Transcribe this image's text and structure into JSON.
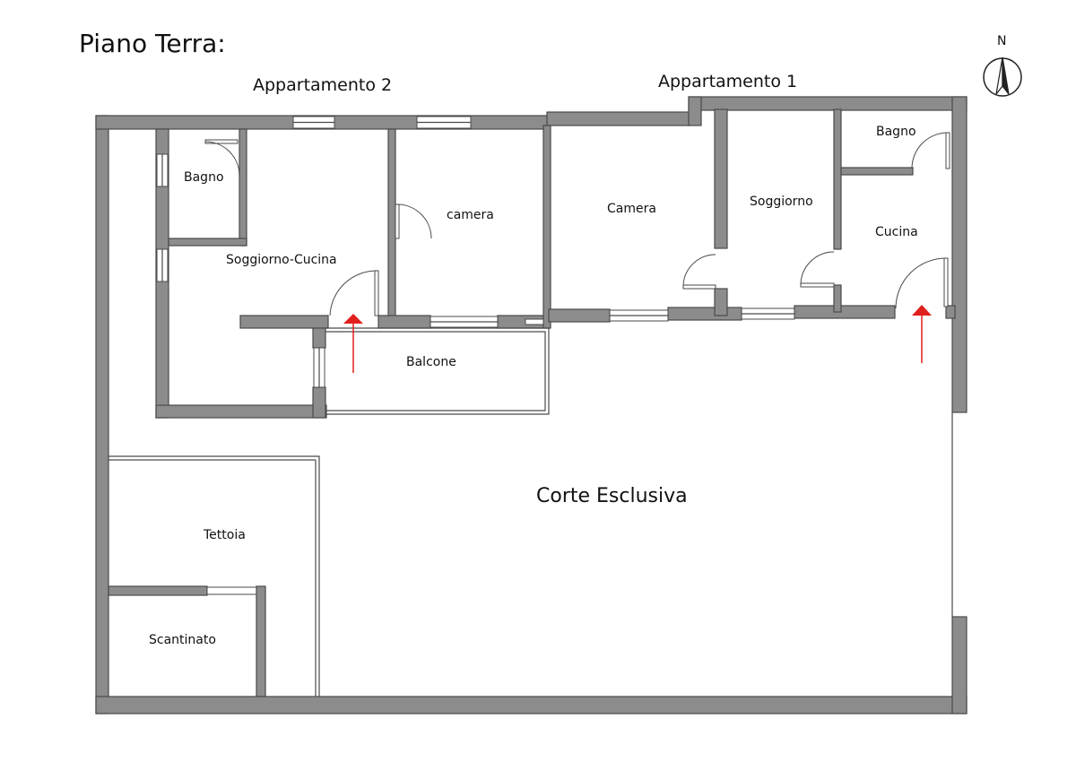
{
  "title": "Piano Terra:",
  "apartments": {
    "apt2": "Appartamento 2",
    "apt1": "Appartamento 1"
  },
  "north": "N",
  "rooms": {
    "bagno_apt2": "Bagno",
    "soggiorno_cucina": "Soggiorno-Cucina",
    "camera_apt2": "camera",
    "balcone": "Balcone",
    "camera_apt1": "Camera",
    "soggiorno_apt1": "Soggiorno",
    "bagno_apt1": "Bagno",
    "cucina_apt1": "Cucina",
    "corte": "Corte Esclusiva",
    "tettoia": "Tettoia",
    "scantinato": "Scantinato"
  },
  "colors": {
    "wall": "#8c8c8c",
    "outline": "#4a4a4a",
    "entrance_arrow": "#e0201c"
  }
}
